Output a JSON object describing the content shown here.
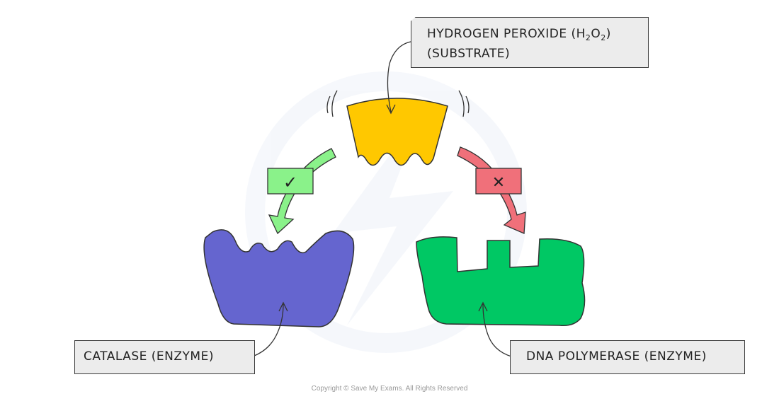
{
  "labels": {
    "substrate_line1_pre": "HYDROGEN  PEROXIDE  (H",
    "substrate_sub1": "2",
    "substrate_mid": "O",
    "substrate_sub2": "2",
    "substrate_line1_post": ")",
    "substrate_line2": "(SUBSTRATE)",
    "catalase": "CATALASE  (ENZYME)",
    "polymerase": "DNA  POLYMERASE  (ENZYME)"
  },
  "marks": {
    "correct": "✓",
    "incorrect": "✕"
  },
  "copyright": "Copyright © Save My Exams. All Rights Reserved",
  "colors": {
    "substrate": "#ffc800",
    "catalase": "#6565cf",
    "polymerase": "#00c864",
    "correct_arrow": "#8af28a",
    "incorrect_arrow": "#f0707a",
    "outline": "#333333",
    "label_bg": "#ececec"
  }
}
